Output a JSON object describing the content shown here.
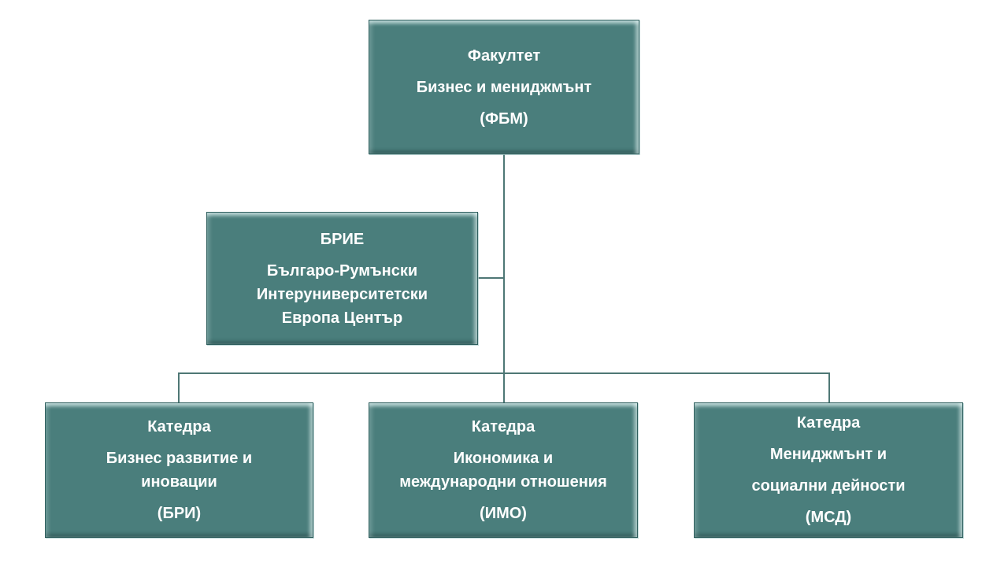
{
  "diagram": {
    "type": "org-chart",
    "nodes": {
      "faculty": {
        "id": "ФБМ",
        "paragraphs": [
          [
            "Факултет"
          ],
          [
            "Бизнес и мениджмънт"
          ],
          [
            "(ФБМ)"
          ]
        ]
      },
      "brie": {
        "id": "БРИЕ",
        "paragraphs": [
          [
            "БРИЕ"
          ],
          [
            "Българо-Румънски",
            "Интеруниверситетски",
            "Европа Център"
          ]
        ]
      },
      "dept_bri": {
        "id": "БРИ",
        "paragraphs": [
          [
            "Катедра"
          ],
          [
            "Бизнес развитие и",
            "иновации"
          ],
          [
            "(БРИ)"
          ]
        ]
      },
      "dept_imo": {
        "id": "ИМО",
        "paragraphs": [
          [
            "Катедра"
          ],
          [
            "Икономика и",
            "международни отношения"
          ],
          [
            "(ИМО)"
          ]
        ]
      },
      "dept_msd": {
        "id": "МСД",
        "paragraphs": [
          [
            "Катедра"
          ],
          [
            "Мениджмънт и"
          ],
          [
            "социални дейности"
          ],
          [
            "(МСД)"
          ]
        ]
      }
    },
    "edges": [
      {
        "from": "faculty",
        "to": "brie"
      },
      {
        "from": "faculty",
        "to": "dept_bri"
      },
      {
        "from": "faculty",
        "to": "dept_imo"
      },
      {
        "from": "faculty",
        "to": "dept_msd"
      }
    ]
  },
  "colors": {
    "node-fill": "#4A7E7C",
    "node-border": "#2F5F5E",
    "connector": "#4E7775",
    "background": "#FFFFFF",
    "text": "#FFFFFF"
  }
}
